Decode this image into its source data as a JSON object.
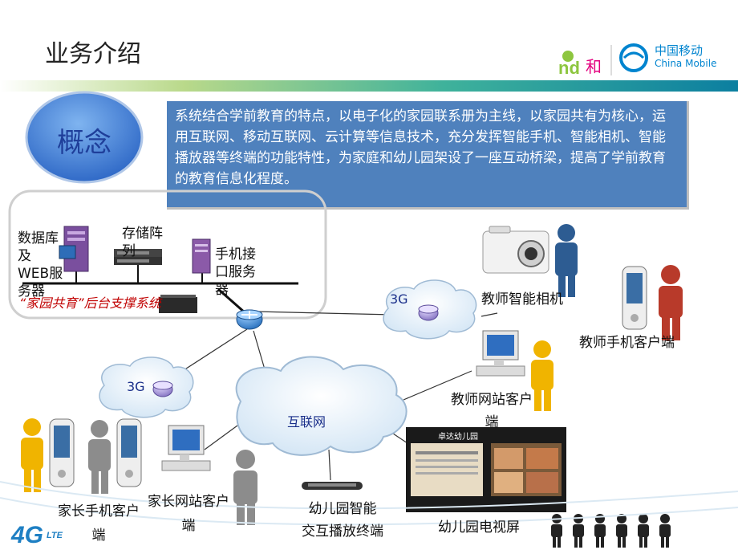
{
  "slide": {
    "title": "业务介绍",
    "brand": {
      "and_he": "and和",
      "cn": "中国移动",
      "en": "China Mobile",
      "lte": "4GLTE"
    }
  },
  "concept": {
    "label": "概念",
    "text": "系统结合学前教育的特点，以电子化的家园联系册为主线，以家园共有为核心，运用互联网、移动互联网、云计算等信息技术，充分发挥智能手机、智能相机、智能播放器等终端的功能特性，为家庭和幼儿园架设了一座互动桥梁，提高了学前教育的教育信息化程度。"
  },
  "backend": {
    "db_server": [
      "数据库",
      "及",
      "WEB服",
      "务器"
    ],
    "storage": [
      "存储阵",
      "列"
    ],
    "phone_server": [
      "手机接",
      "口服务",
      "器"
    ],
    "caption": "“家园共育”后台支撑系统"
  },
  "network": {
    "internet": "互联网",
    "g3_left": "3G",
    "g3_right": "3G"
  },
  "endpoints": {
    "teacher_camera": "教师智能相机",
    "teacher_phone": "教师手机客户端",
    "teacher_web": [
      "教师网站客户",
      "端"
    ],
    "parent_phone": [
      "家长手机客户",
      "端"
    ],
    "parent_web": [
      "家长网站客户",
      "端"
    ],
    "kg_terminal": [
      "幼儿园智能",
      "交互播放终端"
    ],
    "kg_tv": "幼儿园电视屏",
    "tv_screen_title": "卓达幼儿园"
  },
  "colors": {
    "concept_bg": "#4f81bd",
    "concept_circle": "#2f6fd0",
    "caption_red": "#c00000",
    "figure_yellow": "#f0b400",
    "figure_blue": "#2d5c92",
    "figure_red": "#b83a2a",
    "figure_gray": "#8c8c8c"
  }
}
